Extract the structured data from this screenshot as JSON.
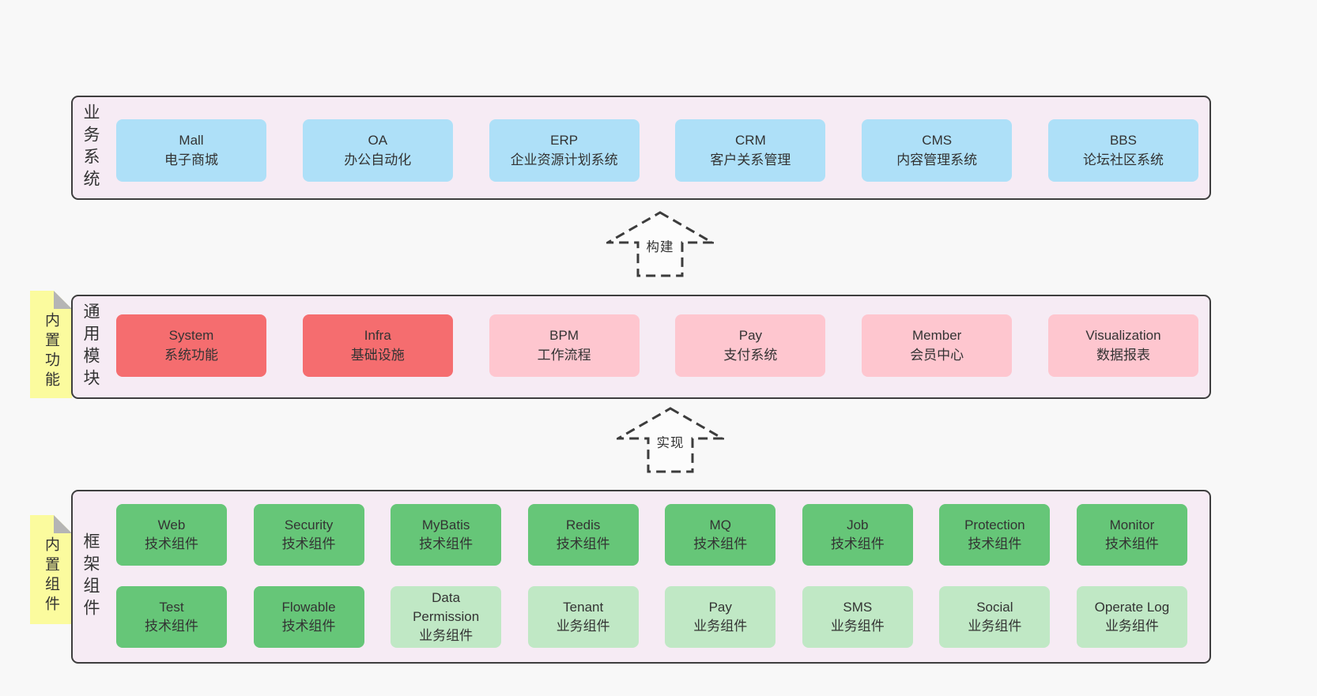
{
  "colors": {
    "page_bg": "#f8f8f8",
    "band_bg": "#f6ebf4",
    "band_border": "#3e3e3e",
    "blue": "#aee0f8",
    "red": "#f56d6f",
    "pink": "#fec6cf",
    "green": "#66c678",
    "lightgreen": "#c0e8c5",
    "yellow": "#fbfb9e",
    "fold_gray": "#b5b5b5",
    "text": "#333333"
  },
  "arrows": [
    {
      "label": "构建"
    },
    {
      "label": "实现"
    }
  ],
  "bands": [
    {
      "label": "业务系统",
      "sticky": null,
      "rows": [
        [
          {
            "name": "Mall",
            "desc": "电子商城",
            "variant": "blue"
          },
          {
            "name": "OA",
            "desc": "办公自动化",
            "variant": "blue"
          },
          {
            "name": "ERP",
            "desc": "企业资源计划系统",
            "variant": "blue"
          },
          {
            "name": "CRM",
            "desc": "客户关系管理",
            "variant": "blue"
          },
          {
            "name": "CMS",
            "desc": "内容管理系统",
            "variant": "blue"
          },
          {
            "name": "BBS",
            "desc": "论坛社区系统",
            "variant": "blue"
          }
        ]
      ]
    },
    {
      "label": "通用模块",
      "sticky": "内置功能",
      "rows": [
        [
          {
            "name": "System",
            "desc": "系统功能",
            "variant": "red"
          },
          {
            "name": "Infra",
            "desc": "基础设施",
            "variant": "red"
          },
          {
            "name": "BPM",
            "desc": "工作流程",
            "variant": "pink"
          },
          {
            "name": "Pay",
            "desc": "支付系统",
            "variant": "pink"
          },
          {
            "name": "Member",
            "desc": "会员中心",
            "variant": "pink"
          },
          {
            "name": "Visualization",
            "desc": "数据报表",
            "variant": "pink"
          }
        ]
      ]
    },
    {
      "label": "框架组件",
      "sticky": "内置组件",
      "rows": [
        [
          {
            "name": "Web",
            "desc": "技术组件",
            "variant": "green"
          },
          {
            "name": "Security",
            "desc": "技术组件",
            "variant": "green"
          },
          {
            "name": "MyBatis",
            "desc": "技术组件",
            "variant": "green"
          },
          {
            "name": "Redis",
            "desc": "技术组件",
            "variant": "green"
          },
          {
            "name": "MQ",
            "desc": "技术组件",
            "variant": "green"
          },
          {
            "name": "Job",
            "desc": "技术组件",
            "variant": "green"
          },
          {
            "name": "Protection",
            "desc": "技术组件",
            "variant": "green"
          },
          {
            "name": "Monitor",
            "desc": "技术组件",
            "variant": "green"
          }
        ],
        [
          {
            "name": "Test",
            "desc": "技术组件",
            "variant": "green"
          },
          {
            "name": "Flowable",
            "desc": "技术组件",
            "variant": "green"
          },
          {
            "name": "Data Permission",
            "desc": "业务组件",
            "variant": "lightgreen"
          },
          {
            "name": "Tenant",
            "desc": "业务组件",
            "variant": "lightgreen"
          },
          {
            "name": "Pay",
            "desc": "业务组件",
            "variant": "lightgreen"
          },
          {
            "name": "SMS",
            "desc": "业务组件",
            "variant": "lightgreen"
          },
          {
            "name": "Social",
            "desc": "业务组件",
            "variant": "lightgreen"
          },
          {
            "name": "Operate Log",
            "desc": "业务组件",
            "variant": "lightgreen"
          }
        ]
      ]
    }
  ]
}
